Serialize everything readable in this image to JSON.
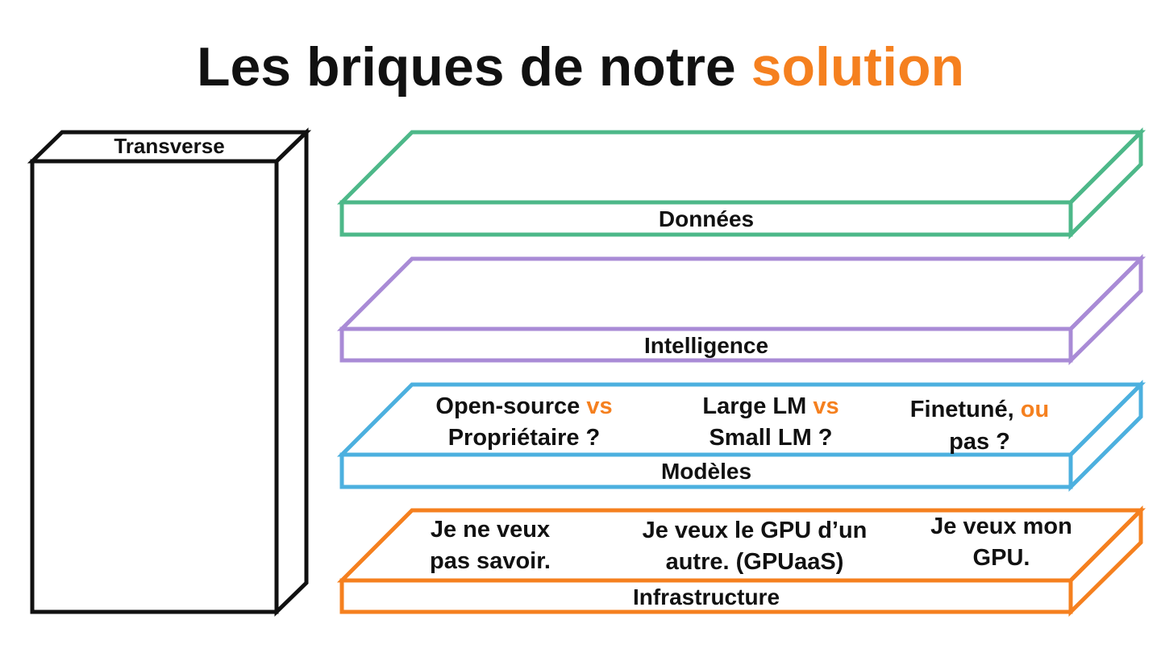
{
  "title": {
    "text": "Les briques de notre ",
    "highlight": "solution"
  },
  "colors": {
    "accent": "#F5801F",
    "text": "#111111",
    "donnees": "#4DB889",
    "intelligence": "#A98BD6",
    "modeles": "#4CB0DF",
    "infrastructure": "#F5801F",
    "transverse": "#111111"
  },
  "transverse": {
    "label": "Transverse"
  },
  "layers": {
    "donnees": {
      "label": "Données"
    },
    "intelligence": {
      "label": "Intelligence"
    },
    "modeles": {
      "label": "Modèles",
      "options": [
        {
          "line1": "Open-source ",
          "line1_accent": "vs",
          "line2": "Propriétaire ?"
        },
        {
          "line1": "Large LM ",
          "line1_accent": "vs",
          "line2": "Small LM ?"
        },
        {
          "line1": "Finetuné, ",
          "line1_accent": "ou",
          "line2": "pas ?"
        }
      ]
    },
    "infrastructure": {
      "label": "Infrastructure",
      "options": [
        {
          "line1": "Je ne veux",
          "line2": "pas savoir."
        },
        {
          "line1": "Je veux le GPU d’un",
          "line2": "autre. (GPUaaS)"
        },
        {
          "line1": "Je veux mon",
          "line2": "GPU."
        }
      ]
    }
  }
}
